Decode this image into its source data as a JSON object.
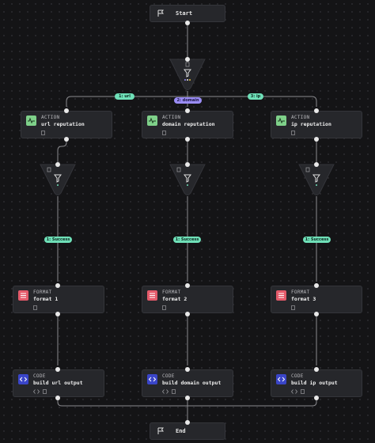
{
  "nodes": {
    "start": {
      "label": "Start"
    },
    "end": {
      "label": "End"
    },
    "actions": [
      {
        "kind": "ACTION",
        "name": "url reputation"
      },
      {
        "kind": "ACTION",
        "name": "domain reputation"
      },
      {
        "kind": "ACTION",
        "name": "ip reputation"
      }
    ],
    "formats": [
      {
        "kind": "FORMAT",
        "name": "format 1"
      },
      {
        "kind": "FORMAT",
        "name": "format 2"
      },
      {
        "kind": "FORMAT",
        "name": "format 3"
      }
    ],
    "codes": [
      {
        "kind": "CODE",
        "name": "build url output"
      },
      {
        "kind": "CODE",
        "name": "build domain output"
      },
      {
        "kind": "CODE",
        "name": "build ip output"
      }
    ]
  },
  "branches": {
    "top": [
      "1: url",
      "2: domain",
      "3: ip"
    ],
    "success": [
      "1: Success",
      "1: Success",
      "1: Success"
    ]
  },
  "colors": {
    "background": "#141416",
    "node": "#26272b",
    "action": "#7fd18a",
    "format": "#e45a6a",
    "code": "#3a45c8",
    "pill_green": "#6fe0b8",
    "pill_purple": "#9a8cf5"
  },
  "icons": {
    "start": "flag-icon",
    "end": "flag-icon",
    "action": "pulse-icon",
    "format": "list-icon",
    "code": "code-icon",
    "filter": "funnel-icon",
    "note": "document-icon"
  }
}
